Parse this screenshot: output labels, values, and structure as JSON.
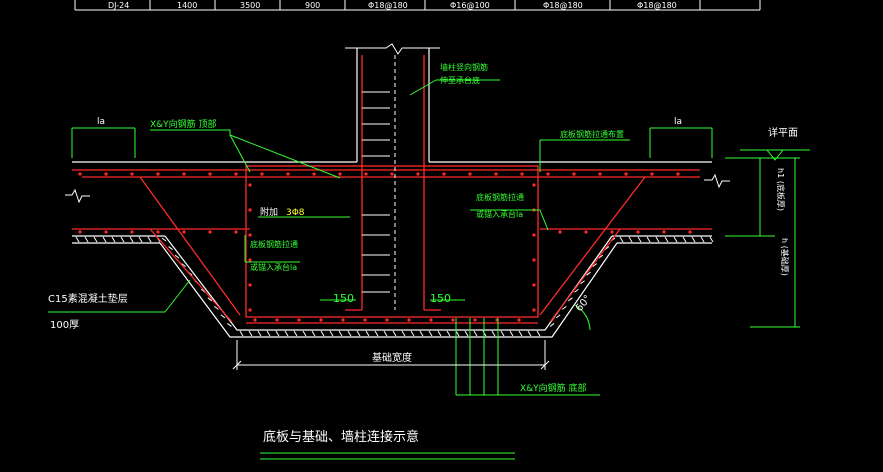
{
  "table_row": [
    "DJ-24",
    "1400",
    "3500",
    "900",
    "Φ18@180",
    "Φ16@100",
    "Φ18@180",
    "Φ18@180"
  ],
  "labels": {
    "la_left": "la",
    "la_right": "la",
    "xy_top": "X&Y向钢筋 顶部",
    "wall_vertical_line1": "墙柱竖向钢筋",
    "wall_vertical_line2": "伸至承台底",
    "bottom_bar_continuous": "底板钢筋拉通布置",
    "level_ref": "详平面",
    "thickness_h1": "h1 (底板厚)",
    "thickness_h": "h (基础厚)",
    "add_bar_prefix": "附加",
    "add_bar_value": "3Φ8",
    "right_note_line1": "底板钢筋拉通",
    "right_note_line2": "或锚入承台la",
    "left_note_line1": "底板钢筋拉通",
    "left_note_line2": "或锚入承台la",
    "dim_150_left": "150",
    "dim_150_right": "150",
    "angle": "60°",
    "cushion_line1": "C15素混凝土垫层",
    "cushion_line2": "100厚",
    "base_width": "基础宽度",
    "xy_bottom": "X&Y向钢筋 底部",
    "title": "底板与基础、墙柱连接示意"
  },
  "colors": {
    "background": "#000000",
    "outline": "#ffffff",
    "rebar": "#ff2a2a",
    "annotation": "#33ff33",
    "highlight": "#ffff33"
  }
}
